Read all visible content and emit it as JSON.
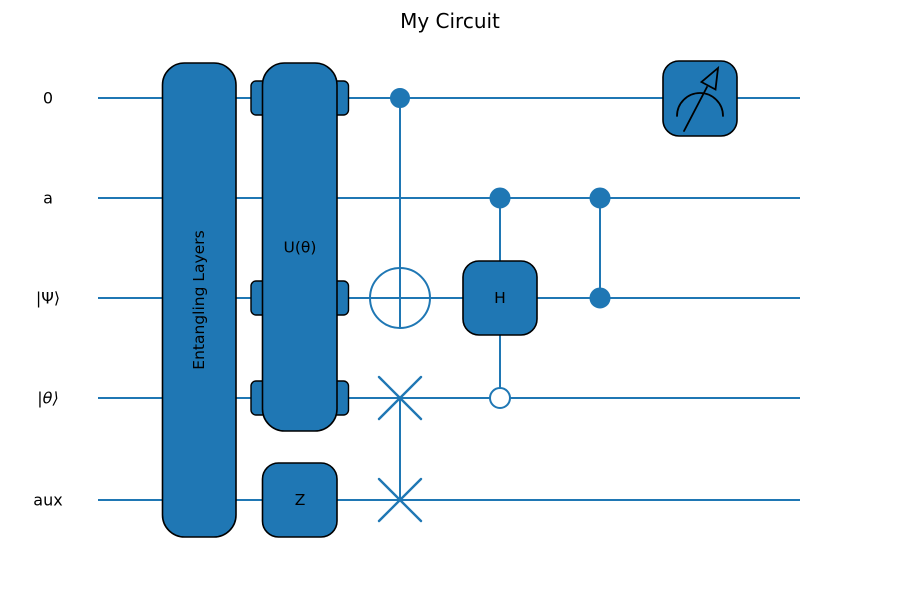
{
  "title": "My Circuit",
  "wires": [
    {
      "label": "0"
    },
    {
      "label": "a"
    },
    {
      "label": "|Ψ⟩"
    },
    {
      "label": "|θ⟩"
    },
    {
      "label": "aux"
    }
  ],
  "gates": {
    "entangling": {
      "label": "Entangling Layers",
      "type": "multi-qubit-box",
      "wires": [
        "0",
        "a",
        "|Ψ⟩",
        "|θ⟩",
        "aux"
      ]
    },
    "unitary": {
      "label": "U(θ)",
      "type": "multi-qubit-box",
      "wires": [
        "0",
        "|Ψ⟩",
        "|θ⟩"
      ]
    },
    "z": {
      "label": "Z",
      "type": "single-qubit-box",
      "wires": [
        "aux"
      ]
    },
    "cnot": {
      "type": "CNOT",
      "control_wire": "0",
      "target_wire": "|Ψ⟩"
    },
    "controlled_h": {
      "label": "H",
      "type": "controlled-H",
      "control_wire": "a",
      "open_control_wire": "|θ⟩",
      "target_wire": "|Ψ⟩"
    },
    "cz": {
      "type": "CZ",
      "wires": [
        "a",
        "|Ψ⟩"
      ]
    },
    "swap": {
      "type": "SWAP",
      "wires": [
        "|θ⟩",
        "aux"
      ]
    },
    "measurement": {
      "type": "measure",
      "wire": "0"
    }
  },
  "colors": {
    "accent": "#1f77b4",
    "outline": "#000000",
    "background": "#ffffff",
    "text": "#000000"
  }
}
